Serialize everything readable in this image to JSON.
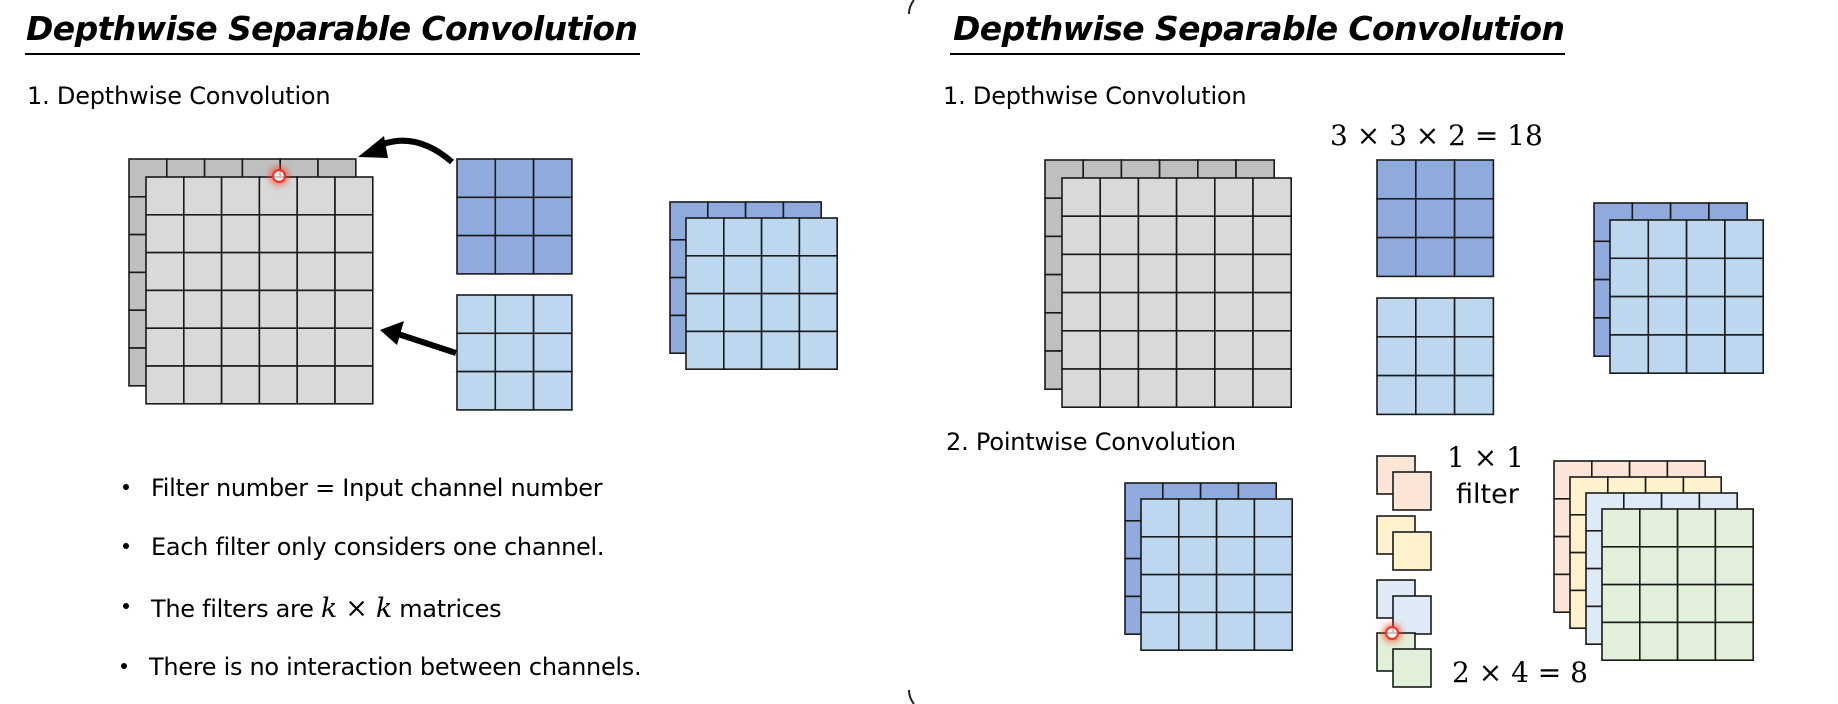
{
  "slides": [
    {
      "title": "Depthwise Separable Convolution",
      "section1": "1. Depthwise Convolution",
      "bullets": [
        {
          "text": "Filter number = Input channel number"
        },
        {
          "text_before": "The filters are ",
          "math_var": "k",
          "math_op": " × ",
          "math_var2": "k",
          "text_after": " matrices"
        },
        {
          "text": "Each filter only considers one channel."
        },
        {
          "text": "There is no interaction between channels."
        }
      ],
      "bullet_order": [
        "Filter number = Input channel number",
        "Each filter only considers one channel.",
        "The filters are k × k matrices",
        "There is no interaction between channels."
      ]
    },
    {
      "title": "Depthwise Separable Convolution",
      "section1": "1. Depthwise Convolution",
      "section2": "2. Pointwise Convolution",
      "depthwise_param_formula": "3 × 3 × 2 = 18",
      "pointwise_filter_label_line1": "1 × 1",
      "pointwise_filter_label_line2": "filter",
      "pointwise_param_formula": "2 × 4 = 8"
    }
  ],
  "diagram": {
    "input": {
      "channels": 2,
      "rows": 6,
      "cols": 6
    },
    "depthwise_filters": {
      "count": 2,
      "size": 3
    },
    "depthwise_output": {
      "channels": 2,
      "rows": 4,
      "cols": 4
    },
    "pointwise_filters": {
      "count": 4,
      "depth": 2,
      "size": 1
    },
    "pointwise_output": {
      "channels": 4,
      "rows": 4,
      "cols": 4
    }
  },
  "colors": {
    "gray_back": "#BFBFBF",
    "gray_front": "#D9D9D9",
    "blue_dark": "#8FAADC",
    "blue_light": "#BDD7EE",
    "peach": "#FBE5D6",
    "yellow": "#FFF2CC",
    "ice": "#DEEBF7",
    "green": "#E2F0D9",
    "grid_line": "#1a1a1a",
    "laser": "#FF2A1A"
  }
}
